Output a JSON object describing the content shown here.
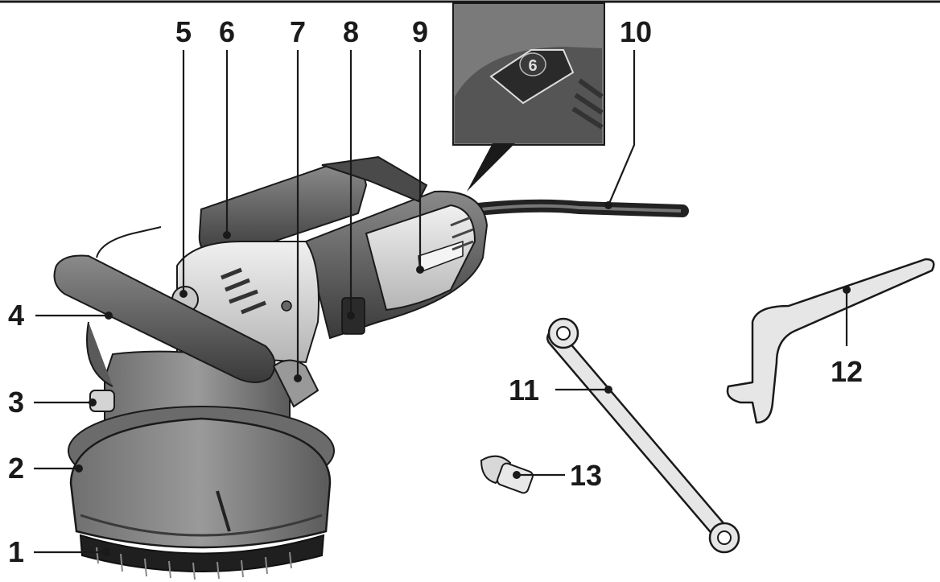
{
  "labels": {
    "l1": "1",
    "l2": "2",
    "l3": "3",
    "l4": "4",
    "l5": "5",
    "l6": "6",
    "l7": "7",
    "l8": "8",
    "l9": "9",
    "l10": "10",
    "l11": "11",
    "l12": "12",
    "l13": "13"
  },
  "inset": {
    "speed_digit": "6"
  }
}
